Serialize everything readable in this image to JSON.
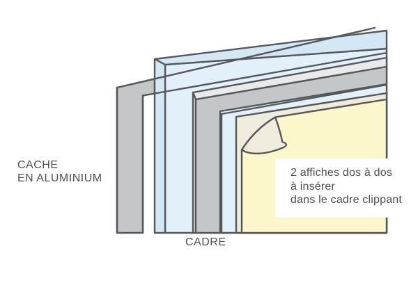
{
  "figure": {
    "type": "exploded-layers-diagram",
    "subject": "cadre clippant"
  },
  "labels": {
    "cache_line1": "CACHE",
    "cache_line2": "EN ALUMINIUM",
    "cadre": "CADRE"
  },
  "note": {
    "line1": "2 affiches dos à dos",
    "line2": "à insérer",
    "line3": "dans le cadre clippant"
  },
  "layers": [
    {
      "name": "cache-en-aluminium",
      "color": "#c5c6c8"
    },
    {
      "name": "panneau-transparent-avant",
      "color": "#e2f0fa"
    },
    {
      "name": "cadre",
      "color": "#c5c6c8"
    },
    {
      "name": "affiche-avant",
      "color": "#fcf7ca"
    },
    {
      "name": "affiche-arriere",
      "color": "#efecdd"
    },
    {
      "name": "panneau-transparent-arriere",
      "color": "#e2f0fa"
    }
  ],
  "palette": {
    "background": "#ffffff",
    "outline": "#55575a",
    "aluminum_gray": "#c5c6c8",
    "aluminum_light": "#eaeaea",
    "panel_blue": "#e2f0fa",
    "panel_blue_side": "#d3e7f4",
    "poster_yellow": "#fcf7ca",
    "poster_cream": "#efecdd",
    "label_text": "#4d4e50"
  }
}
